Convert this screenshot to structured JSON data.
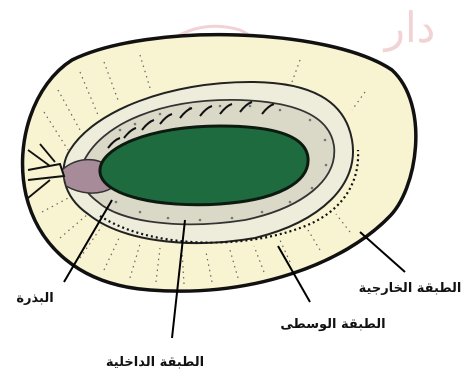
{
  "labels": {
    "outer_layer": "الطبقة الخارجية",
    "middle_layer": "الطبقة الوسطى",
    "inner_layer": "الطبقة الداخلية",
    "seed": "البذرة"
  },
  "watermark": "دار",
  "colors": {
    "outer_flesh": "#f8f4d2",
    "middle_band": "#dad9c8",
    "inner_ring": "#f3f0d2",
    "cavity": "#1f6b40",
    "seed_pink": "#a88b98",
    "outline": "#111111",
    "watermark": "#e6aeb4"
  }
}
